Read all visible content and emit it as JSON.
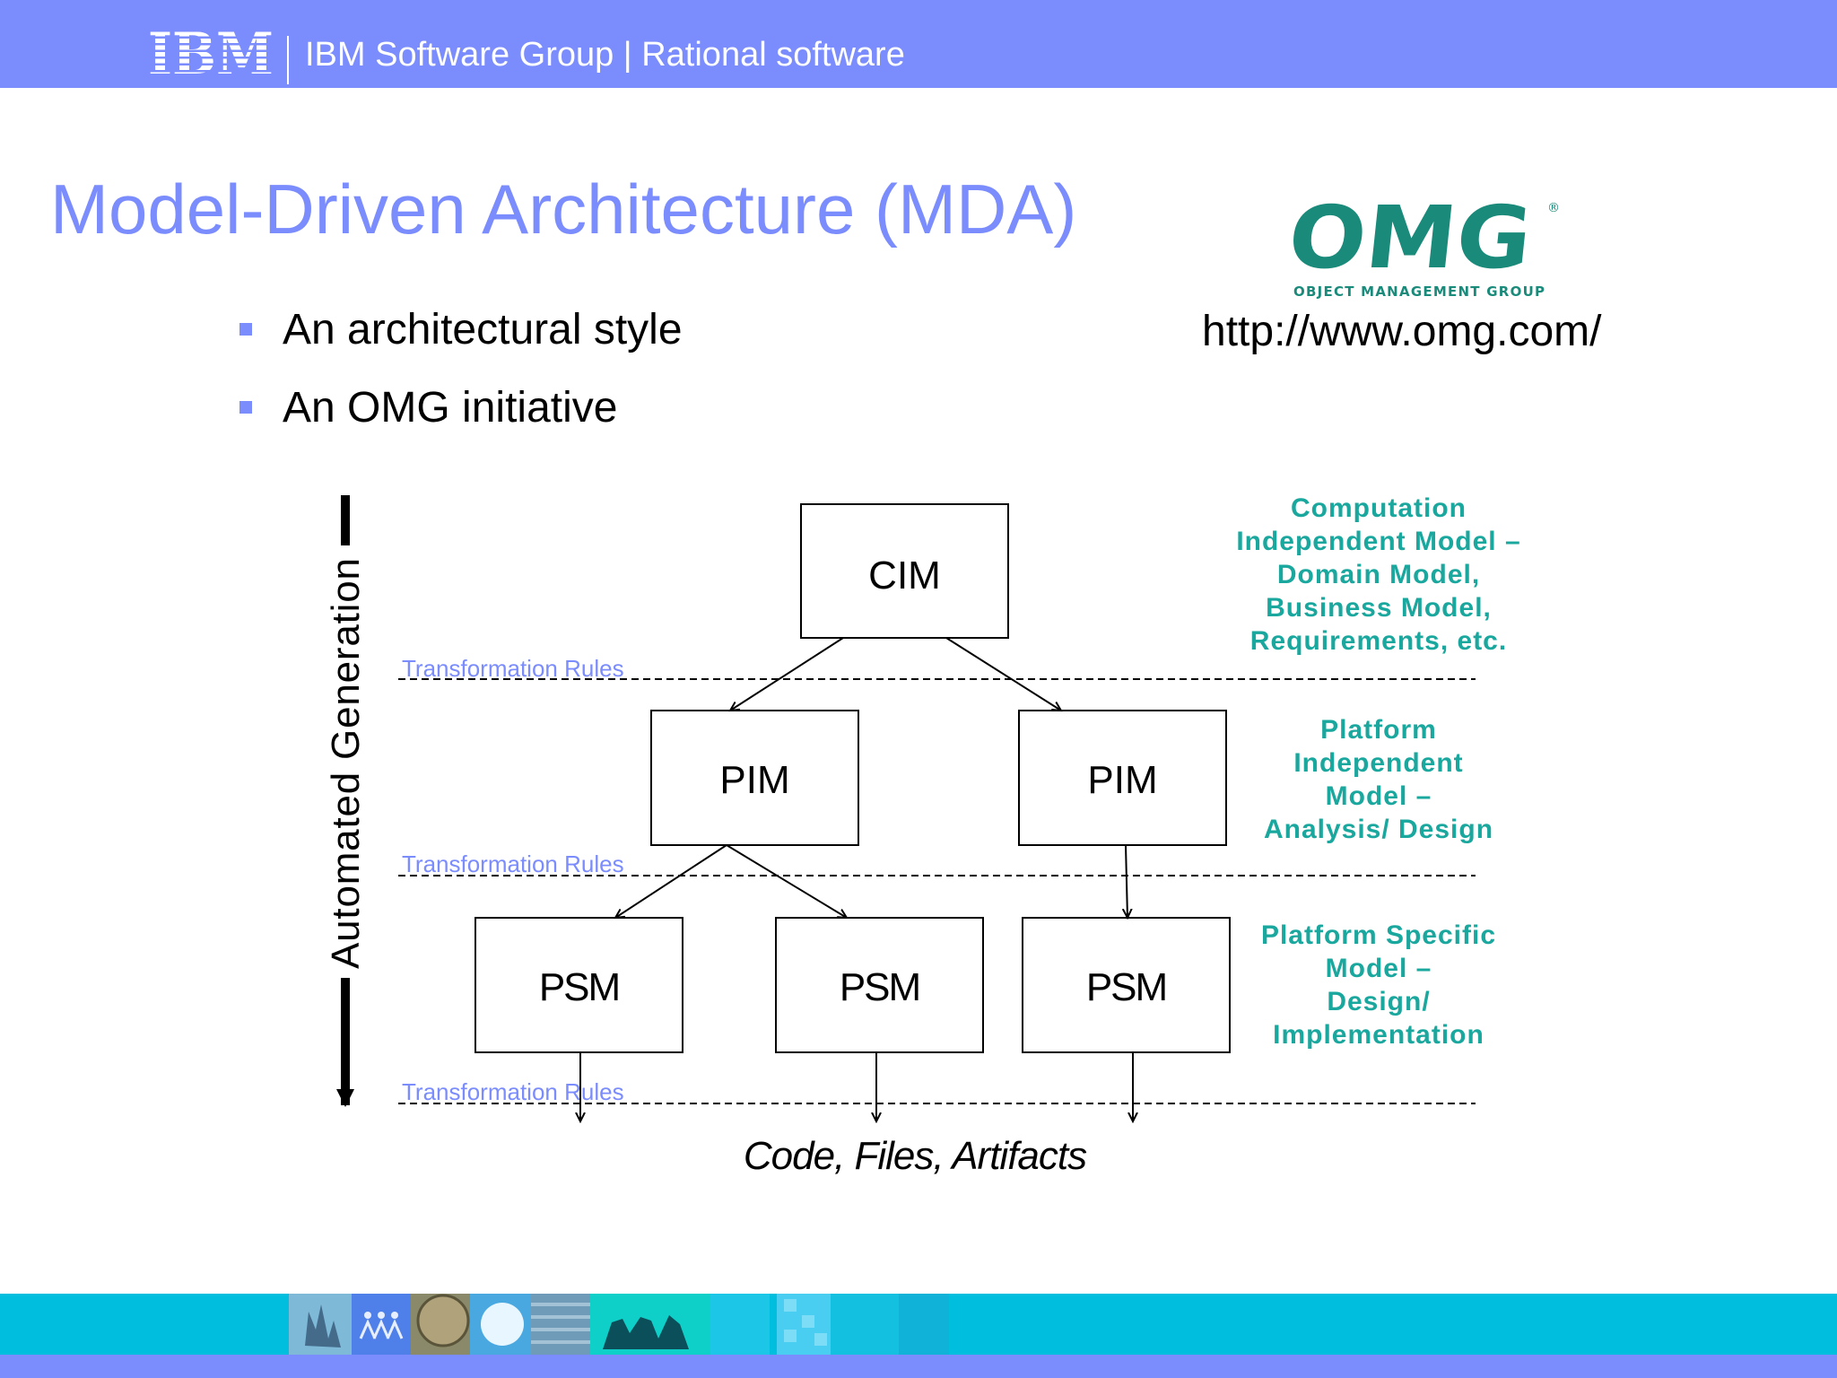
{
  "header": {
    "text": "IBM Software Group | Rational software"
  },
  "logos": {
    "ibm_text": "IBM",
    "omg_text": "OMG",
    "omg_subtext": "OBJECT MANAGEMENT GROUP"
  },
  "title": "Model-Driven Architecture (MDA)",
  "url": "http://www.omg.com/",
  "bullets": [
    "An architectural style",
    "An OMG initiative"
  ],
  "diagram": {
    "vertical_label": "Automated Generation",
    "nodes": {
      "cim": "CIM",
      "pim_1": "PIM",
      "pim_2": "PIM",
      "psm_1": "PSM",
      "psm_2": "PSM",
      "psm_3": "PSM"
    },
    "transformation_rules": [
      "Transformation Rules",
      "Transformation Rules",
      "Transformation Rules"
    ],
    "output_label": "Code, Files, Artifacts",
    "descriptions": {
      "cim": [
        "Computation",
        "Independent Model –",
        "Domain Model,",
        "Business Model,",
        "Requirements, etc."
      ],
      "pim": [
        "Platform",
        "Independent",
        "Model –",
        "Analysis/ Design"
      ],
      "psm": [
        "Platform Specific",
        "Model –",
        "Design/",
        "Implementation"
      ]
    }
  },
  "colors": {
    "brand": "#7b8cfd",
    "teal": "#1aa79e",
    "footer": "#00bfde",
    "omg_green": "#1a8a7a"
  }
}
